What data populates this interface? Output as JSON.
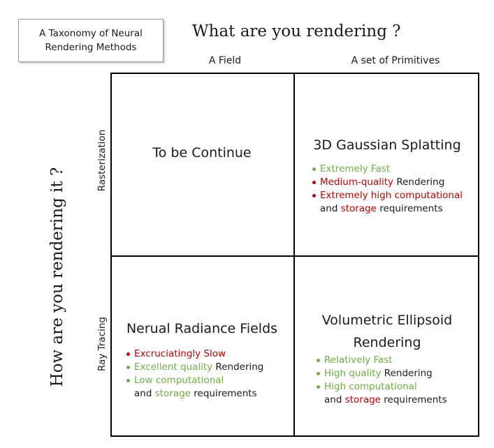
{
  "taxonomy_box": {
    "line1": "A Taxonomy of Neural",
    "line2": "Rendering Methods"
  },
  "top_axis_title": "What are you rendering ?",
  "left_axis_title": "How are you rendering it ?",
  "columns": {
    "field": "A Field",
    "primitives": "A set of Primitives"
  },
  "rows": {
    "rasterization": "Rasterization",
    "ray_tracing": "Ray Tracing"
  },
  "cells": {
    "field_raster": {
      "title": "To be Continue"
    },
    "prims_raster": {
      "title": "3D Gaussian Splatting",
      "b1": "Extremely Fast",
      "b2_colored": "Medium-quality",
      "b2_rest": " Rendering",
      "b3_colored": "Extremely high computational",
      "b3_cont_a": "and ",
      "b3_cont_b": "storage",
      "b3_cont_c": " requirements"
    },
    "field_ray": {
      "title": "Nerual Radiance Fields",
      "b1": "Excruciatingly Slow",
      "b2_colored": "Excellent quality",
      "b2_rest": " Rendering",
      "b3_colored": "Low computational",
      "b3_cont_a": "and ",
      "b3_cont_b": "storage",
      "b3_cont_c": " requirements"
    },
    "prims_ray": {
      "title_line1": "Volumetric Ellipsoid",
      "title_line2": "Rendering",
      "b1": "Relatively Fast",
      "b2_colored": "High quality",
      "b2_rest": " Rendering",
      "b3_colored": "High computational",
      "b3_cont_a": "and ",
      "b3_cont_b": "storage",
      "b3_cont_c": " requirements"
    }
  },
  "colors": {
    "positive": "#70ad47",
    "negative": "#c00000",
    "grid": "#000000"
  }
}
